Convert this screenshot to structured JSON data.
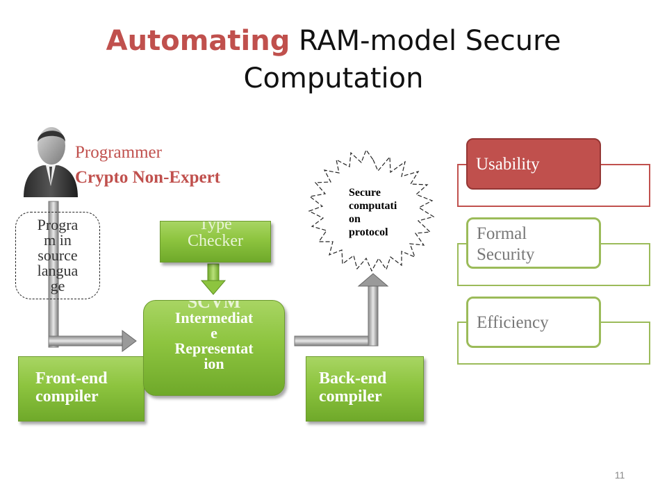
{
  "slide": {
    "title_highlight": "Automating",
    "title_rest_line1": " RAM-model Secure",
    "title_line2": "Computation",
    "slide_number": "11"
  },
  "programmer": {
    "role": "Programmer",
    "kind": "Crypto Non-Expert",
    "icon": "person-icon"
  },
  "source": {
    "lines": [
      "Progra",
      "m in",
      "source",
      "langua",
      "ge"
    ]
  },
  "boxes": {
    "frontend": [
      "Front-end",
      "compiler"
    ],
    "backend": [
      "Back-end",
      "compiler"
    ],
    "ir_head": "SCVM",
    "ir_lines": [
      "Intermediat",
      "e",
      "Representat",
      "ion"
    ],
    "type_checker": [
      "Type",
      "Checker"
    ]
  },
  "protocol": {
    "lines": [
      "Secure",
      "computati",
      "on",
      "protocol"
    ]
  },
  "goals": {
    "usability": "Usability",
    "formal_security": [
      "Formal",
      "Security"
    ],
    "efficiency": "Efficiency"
  },
  "colors": {
    "accent_red": "#c0504d",
    "green": "#9bbb59",
    "box_green": "#8dc43f"
  }
}
